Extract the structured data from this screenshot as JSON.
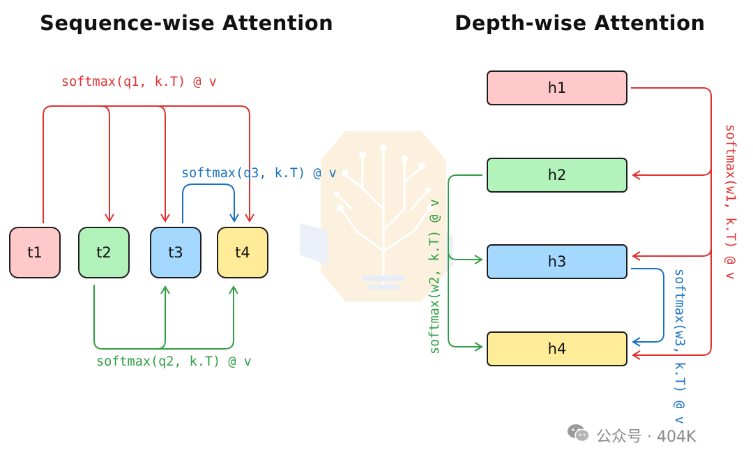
{
  "titles": {
    "left": "Sequence-wise Attention",
    "right": "Depth-wise Attention"
  },
  "tokens": [
    {
      "label": "t1",
      "color": "#ffc9c9"
    },
    {
      "label": "t2",
      "color": "#b2f2bb"
    },
    {
      "label": "t3",
      "color": "#a5d8ff"
    },
    {
      "label": "t4",
      "color": "#ffec99"
    }
  ],
  "hidden": [
    {
      "label": "h1",
      "color": "#ffc9c9"
    },
    {
      "label": "h2",
      "color": "#b2f2bb"
    },
    {
      "label": "h3",
      "color": "#a5d8ff"
    },
    {
      "label": "h4",
      "color": "#ffec99"
    }
  ],
  "labels": {
    "seq_q1": "softmax(q1, k.T) @ v",
    "seq_q2": "softmax(q2, k.T) @ v",
    "seq_q3": "softmax(q3, k.T) @ v",
    "depth_w1": "softmax(w1, k.T) @ v",
    "depth_w2": "softmax(w2, k.T) @ v",
    "depth_w3": "softmax(w3, k.T) @ v"
  },
  "colors": {
    "red": "#e03131",
    "green": "#2f9e44",
    "blue": "#1971c2"
  },
  "watermark": {
    "icon": "wechat-icon",
    "text": "公众号 · 404K"
  }
}
